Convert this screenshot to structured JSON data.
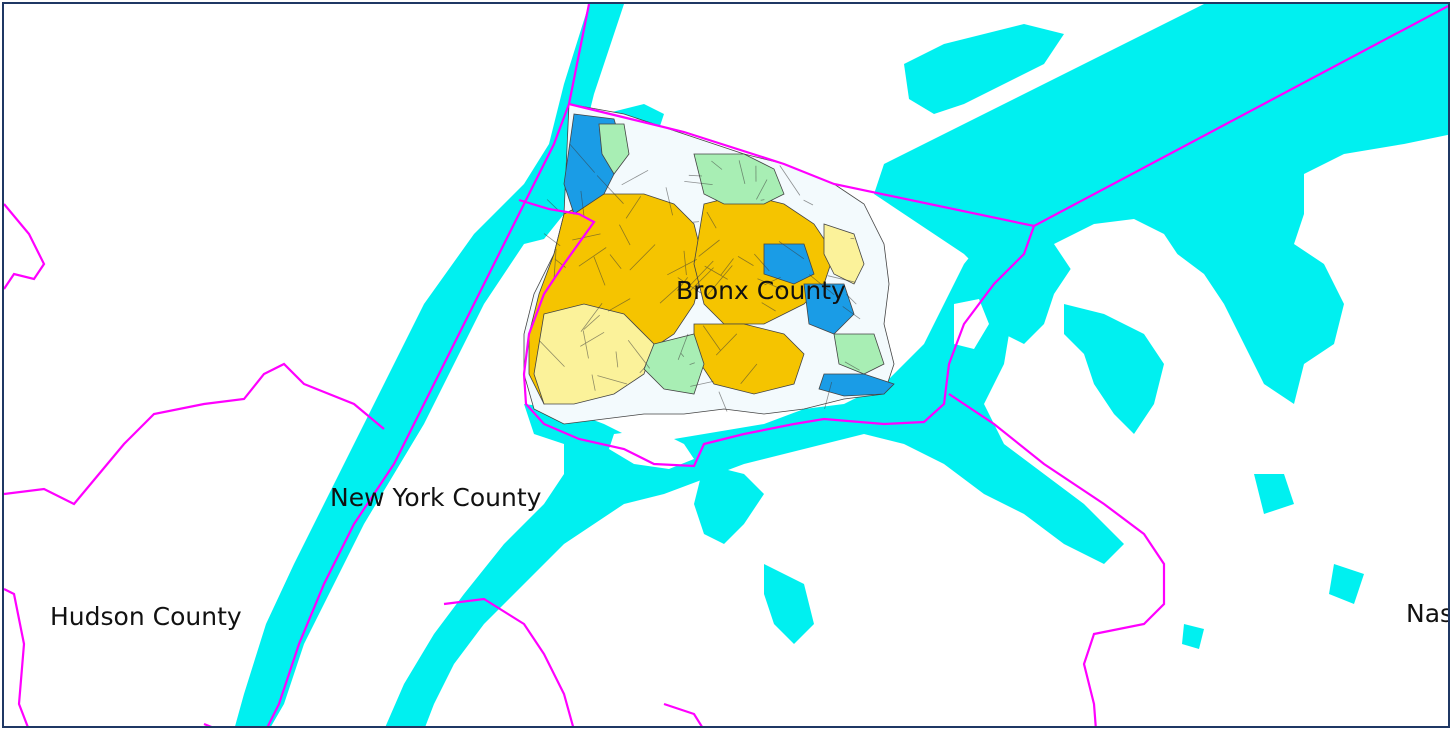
{
  "map": {
    "labels": {
      "bronx": "Bronx County",
      "new_york": "New York County",
      "hudson": "Hudson County",
      "nassau_partial": "Nas"
    },
    "colors": {
      "water": "#00f0f0",
      "boundary": "#ff00ff",
      "frame": "#1f3864",
      "class_1": "#f5c400",
      "class_2": "#fbf29a",
      "class_3": "#a8eeb4",
      "class_4": "#1a9ce6",
      "class_none": "#f3fafd"
    }
  }
}
